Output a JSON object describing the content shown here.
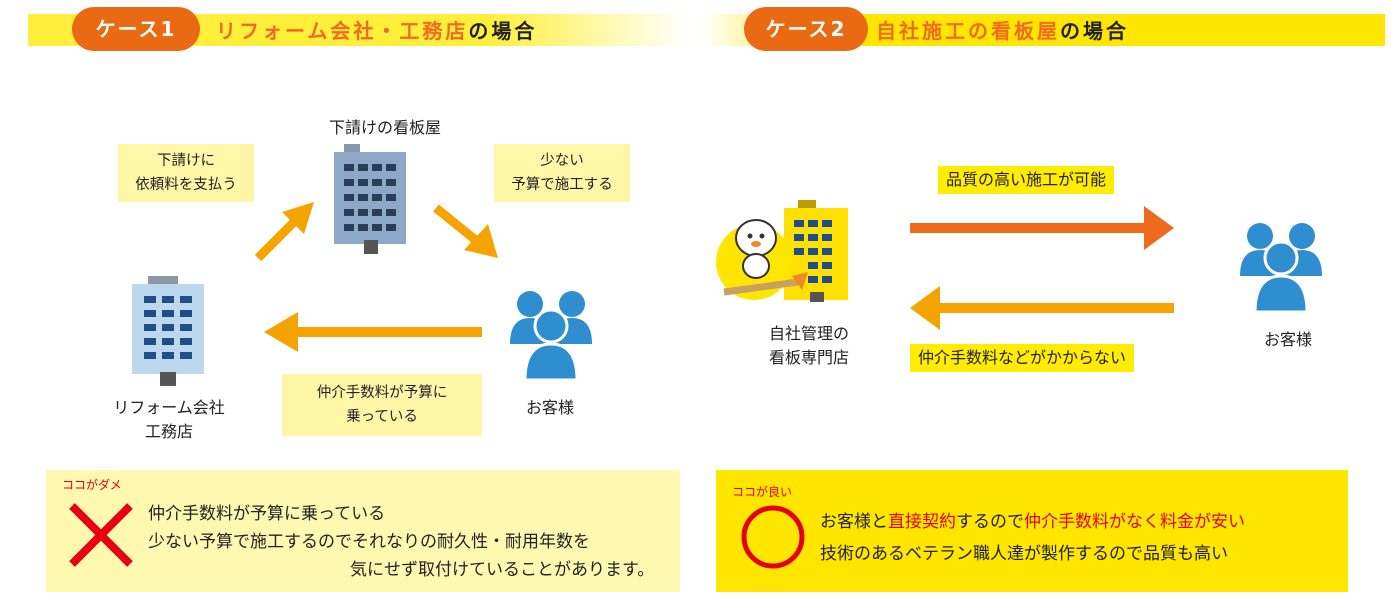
{
  "case1": {
    "badge": "ケース1",
    "title_orange": "リフォーム会社・工務店",
    "title_suffix": "の場合",
    "subcontractor_label": "下請けの看板屋",
    "note_pay": [
      "下請けに",
      "依頼料を支払う"
    ],
    "note_budget": [
      "少ない",
      "予算で施工する"
    ],
    "note_fee": [
      "仲介手数料が予算に",
      "乗っている"
    ],
    "reform_label": [
      "リフォーム会社",
      "工務店"
    ],
    "customer_label": "お客様",
    "verdict_tag": "ココがダメ",
    "verdict_lines": [
      "仲介手数料が予算に乗っている",
      "少ない予算で施工するのでそれなりの耐久性・耐用年数を",
      "気にせず取付けていることがあります。"
    ]
  },
  "case2": {
    "badge": "ケース2",
    "title_orange": "自社施工の看板屋",
    "title_suffix": "の場合",
    "quality_label": "品質の高い施工が可能",
    "nofee_label": "仲介手数料などがかからない",
    "store_label": [
      "自社管理の",
      "看板専門店"
    ],
    "customer_label": "お客様",
    "verdict_tag": "ココが良い",
    "verdict_line1": {
      "a": "お客様と",
      "b": "直接契約",
      "c": "するので",
      "d": "仲介手数料がなく料金が安い"
    },
    "verdict_line2": "技術のあるベテラン職人達が製作するので品質も高い"
  },
  "colors": {
    "orange": "#ea6a14",
    "yellow": "#ffe600",
    "building_blue": "#9fbcd8",
    "customer_blue": "#2e8ed0",
    "amber_arrow": "#f5a300",
    "orange_arrow": "#ee6a1c",
    "bad_red": "#e60012"
  }
}
